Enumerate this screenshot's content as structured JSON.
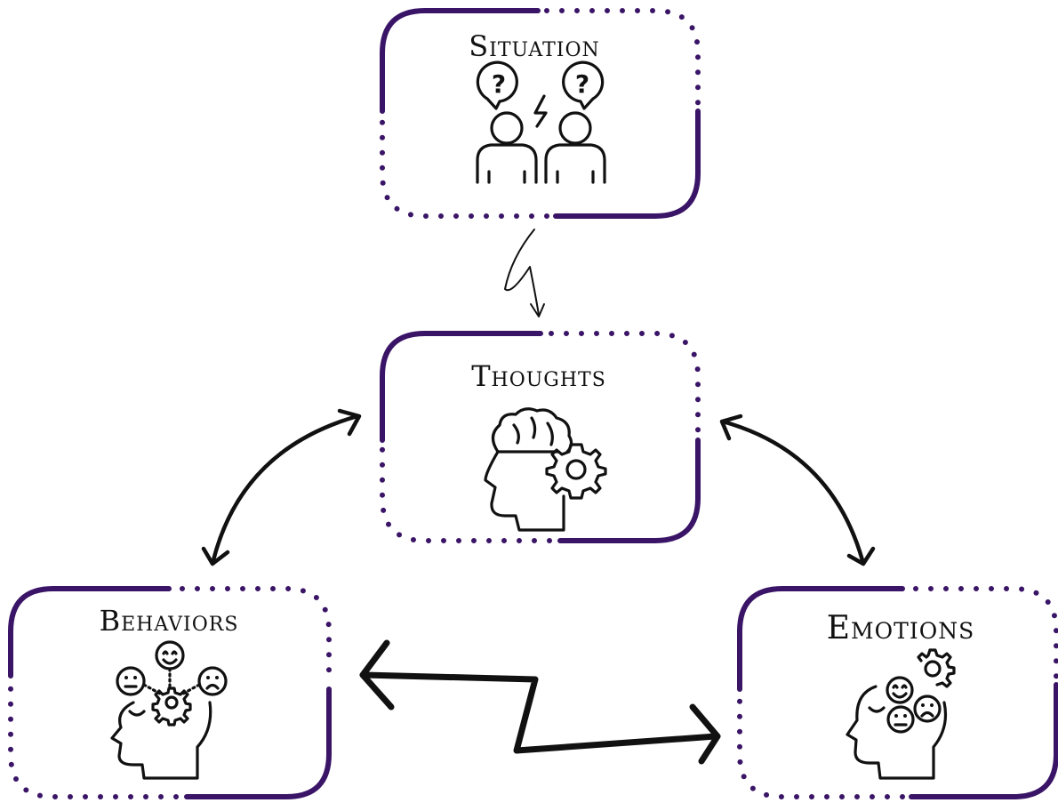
{
  "colors": {
    "box_border": "#3a1466",
    "ink": "#111111",
    "background": "#ffffff"
  },
  "nodes": {
    "situation": {
      "label": "Situation",
      "icon": "two-people-questioning-icon"
    },
    "thoughts": {
      "label": "Thoughts",
      "icon": "head-with-brain-and-gear-icon"
    },
    "behaviors": {
      "label": "Behaviors",
      "icon": "head-with-faces-and-gear-icon"
    },
    "emotions": {
      "label": "Emotions",
      "icon": "head-with-emotion-faces-icon"
    }
  },
  "connections": [
    {
      "from": "situation",
      "to": "thoughts",
      "style": "squiggle-arrow"
    },
    {
      "from": "thoughts",
      "to": "behaviors",
      "style": "curved-double-arrow"
    },
    {
      "from": "thoughts",
      "to": "emotions",
      "style": "curved-double-arrow"
    },
    {
      "from": "behaviors",
      "to": "emotions",
      "style": "zigzag-double-arrow"
    }
  ]
}
